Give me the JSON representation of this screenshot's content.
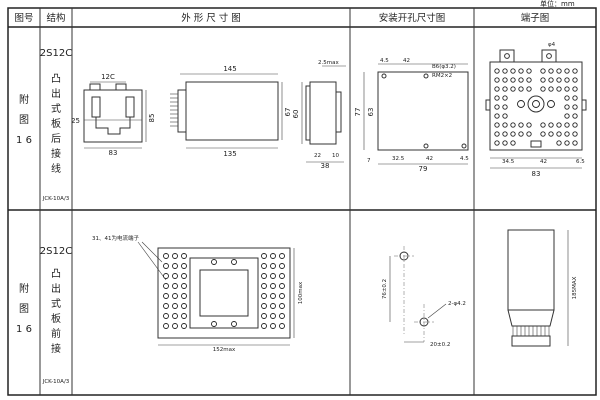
{
  "unit_note": "单位：mm",
  "headers": {
    "col_fig": "图号",
    "col_struct": "结构",
    "col_outline": "外 形 尺 寸 图",
    "col_mount": "安装开孔尺寸图",
    "col_terminal": "端子图"
  },
  "rows": [
    {
      "fig_chars": [
        "附",
        "图",
        "1 6"
      ],
      "model": "2S12C",
      "struct_chars": [
        "凸",
        "出",
        "式",
        "板",
        "后",
        "接",
        "线"
      ],
      "code": "JCK-10A/3"
    },
    {
      "fig_chars": [
        "附",
        "图",
        "1 6"
      ],
      "model": "2S12C",
      "struct_chars": [
        "凸",
        "出",
        "式",
        "板",
        "前",
        "接",
        "线"
      ],
      "code": "JCK-10A/3"
    }
  ],
  "dims_row1": {
    "front_12c": "12C",
    "front_25": "25",
    "front_85": "85",
    "front_83": "83",
    "side_145": "145",
    "side_135": "135",
    "side_67": "67",
    "end_25max": "2.5max",
    "end_60": "60",
    "end_22": "22",
    "end_10": "10",
    "end_38": "38",
    "mount_45a": "4.5",
    "mount_42a": "42",
    "mount_b6": "B6(φ3.2)",
    "mount_rm": "RM2×2",
    "mount_77": "77",
    "mount_63": "63",
    "mount_7": "7",
    "mount_325": "32.5",
    "mount_42b": "42",
    "mount_45b": "4.5",
    "mount_79": "79",
    "term_phi4": "φ4",
    "term_345": "34.5",
    "term_42": "42",
    "term_65": "6.5",
    "term_83": "83"
  },
  "dims_row2": {
    "callout": "31、41为电流端子",
    "front_100max": "100max",
    "front_152max": "152max",
    "mount_76": "76±0.2",
    "mount_2phi": "2-φ4.2",
    "mount_20": "20±0.2",
    "term_185max": "185MAX"
  }
}
